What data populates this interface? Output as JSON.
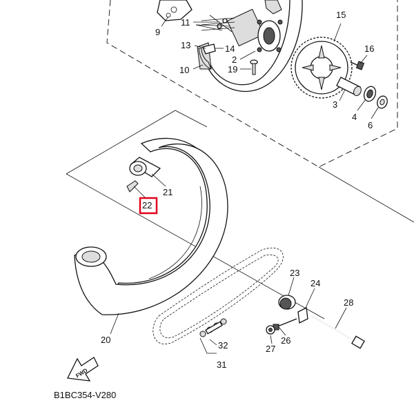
{
  "diagram": {
    "callouts": {
      "c2": "2",
      "c3": "3",
      "c4": "4",
      "c6": "6",
      "c9": "9",
      "c10": "10",
      "c11": "11",
      "c13": "13",
      "c14": "14",
      "c15": "15",
      "c16": "16",
      "c19": "19",
      "c20": "20",
      "c21": "21",
      "c22": "22",
      "c23": "23",
      "c24": "24",
      "c26": "26",
      "c27": "27",
      "c28": "28",
      "c31": "31",
      "c32": "32"
    },
    "highlighted_callout": "22",
    "highlight_color": "#e0001b",
    "fwd_label": "FWD",
    "footer_code": "B1BC354-V280"
  }
}
